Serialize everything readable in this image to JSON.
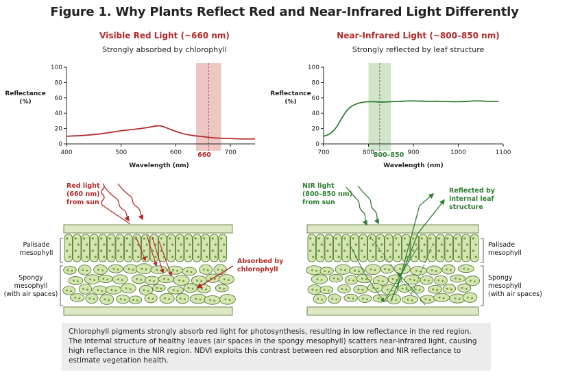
{
  "figure": {
    "title": "Figure 1. Why Plants Reflect Red and Near-Infrared Light Differently",
    "caption": "Chlorophyll pigments strongly absorb red light for photosynthesis, resulting in low reflectance in the red region. The internal structure of healthy leaves (air spaces in the spongy mesophyll) scatters near-infrared light, causing high reflectance in the NIR region. NDVI exploits this contrast between red absorption and NIR reflectance to estimate vegetation health."
  },
  "left_panel": {
    "title": "Visible Red Light (~660 nm)",
    "subtitle": "Strongly absorbed by chlorophyll",
    "ylabel_line1": "Reflectance",
    "ylabel_line2": "(%)",
    "xlabel": "Wavelength (nm)",
    "highlight_label": "660",
    "incoming_label": [
      "Red light",
      "(660 nm)",
      "from sun"
    ],
    "absorbed_label": [
      "Absorbed by",
      "chlorophyll"
    ],
    "palisade_label": [
      "Palisade",
      "mesophyll"
    ],
    "spongy_label": [
      "Spongy",
      "mesophyll",
      "(with air spaces)"
    ]
  },
  "right_panel": {
    "title": "Near-Infrared Light (~800–850 nm)",
    "subtitle": "Strongly reflected by leaf structure",
    "ylabel_line1": "Reflectance",
    "ylabel_line2": "(%)",
    "xlabel": "Wavelength (nm)",
    "highlight_label": "800–850",
    "incoming_label": [
      "NIR light",
      "(800–850 nm)",
      "from sun"
    ],
    "reflected_label": [
      "Reflected by",
      "internal leaf",
      "structure"
    ],
    "palisade_label": [
      "Palisade",
      "mesophyll"
    ],
    "spongy_label": [
      "Spongy",
      "mesophyll",
      "(with air spaces)"
    ]
  },
  "colors": {
    "red": "#b02a2a",
    "red_band": "#e8b4b0",
    "green": "#2e7d32",
    "green_band": "#c8e0bf",
    "leaf_fill": "#d7e8b8",
    "leaf_stroke": "#4d6b2a",
    "caption_bg": "#ececec"
  },
  "chart_data": [
    {
      "type": "line",
      "title": "Visible Red Light (~660 nm)",
      "xlabel": "Wavelength (nm)",
      "ylabel": "Reflectance (%)",
      "xlim": [
        400,
        745
      ],
      "ylim": [
        0,
        100
      ],
      "xticks": [
        400,
        500,
        600,
        700
      ],
      "yticks": [
        0,
        20,
        40,
        60,
        80,
        100
      ],
      "highlight_band": [
        637,
        683
      ],
      "highlight_line": 660,
      "series": [
        {
          "x": [
            400,
            430,
            460,
            490,
            510,
            530,
            550,
            565,
            575,
            590,
            610,
            630,
            650,
            660,
            680,
            700,
            720,
            745
          ],
          "values": [
            10,
            11,
            13,
            16,
            18,
            19.5,
            21.5,
            23.5,
            23,
            19,
            14,
            11,
            9.5,
            8.5,
            7.5,
            7,
            6.5,
            6.5
          ]
        }
      ]
    },
    {
      "type": "line",
      "title": "Near-Infrared Light (~800–850 nm)",
      "xlabel": "Wavelength (nm)",
      "ylabel": "Reflectance (%)",
      "xlim": [
        700,
        1100
      ],
      "ylim": [
        0,
        100
      ],
      "xticks": [
        700,
        800,
        900,
        1000,
        1100
      ],
      "yticks": [
        0,
        20,
        40,
        60,
        80,
        100
      ],
      "highlight_band": [
        800,
        850
      ],
      "highlight_line": 825,
      "series": [
        {
          "x": [
            700,
            710,
            720,
            730,
            740,
            750,
            760,
            775,
            790,
            810,
            830,
            850,
            870,
            900,
            930,
            960,
            1000,
            1040,
            1070,
            1090
          ],
          "values": [
            10,
            12,
            16,
            23,
            33,
            42,
            48,
            52.5,
            54.5,
            55,
            54.5,
            55,
            55.5,
            56,
            55.5,
            55.5,
            55,
            56,
            55.5,
            55.5
          ]
        }
      ]
    }
  ]
}
